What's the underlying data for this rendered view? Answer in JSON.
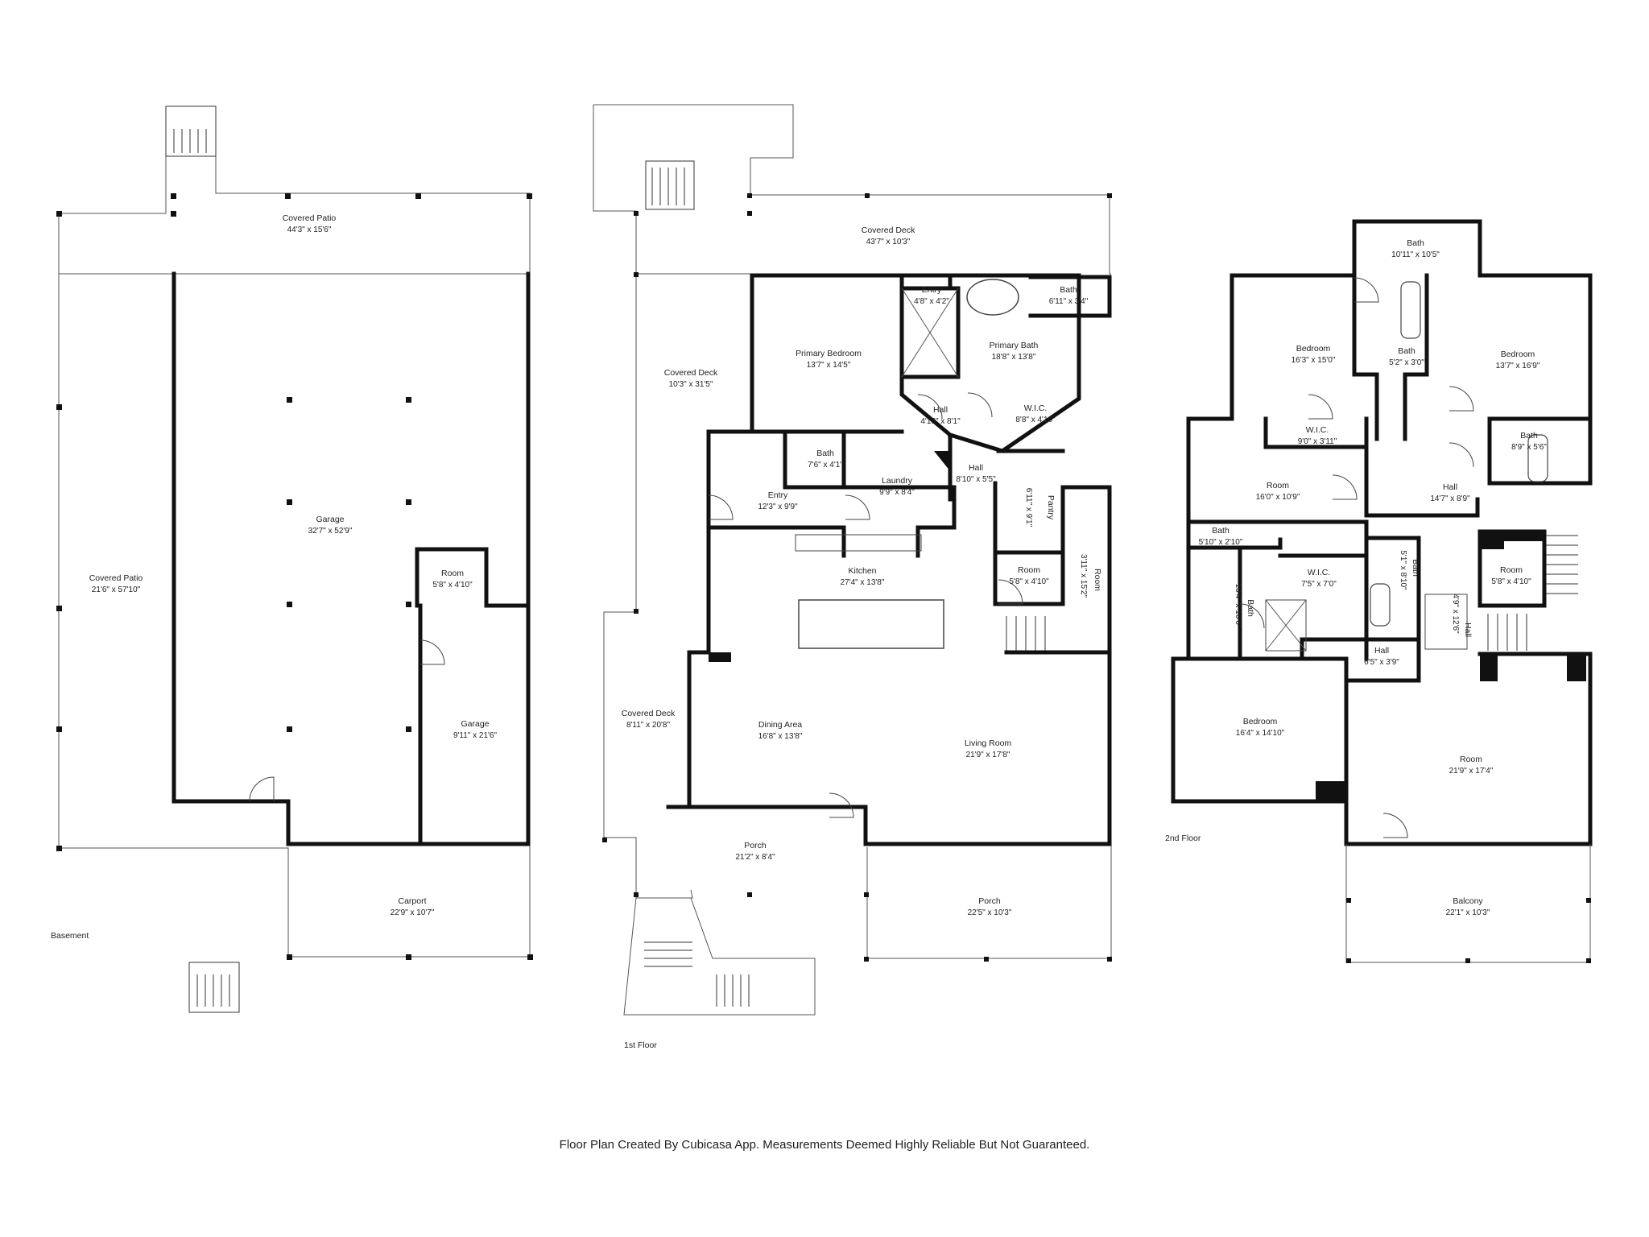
{
  "floors": [
    {
      "label": "Basement",
      "rooms": [
        {
          "name": "Covered Patio",
          "dim": "44'3\" x 15'6\""
        },
        {
          "name": "Covered Patio",
          "dim": "21'6\" x 57'10\""
        },
        {
          "name": "Garage",
          "dim": "32'7\" x 52'9\""
        },
        {
          "name": "Room",
          "dim": "5'8\" x 4'10\""
        },
        {
          "name": "Garage",
          "dim": "9'11\" x 21'6\""
        },
        {
          "name": "Carport",
          "dim": "22'9\" x 10'7\""
        }
      ]
    },
    {
      "label": "1st Floor",
      "rooms": [
        {
          "name": "Covered Deck",
          "dim": "43'7\" x 10'3\""
        },
        {
          "name": "Entry",
          "dim": "4'8\" x 4'2\""
        },
        {
          "name": "Bath",
          "dim": "6'11\" x 3'4\""
        },
        {
          "name": "Primary Bedroom",
          "dim": "13'7\" x 14'5\""
        },
        {
          "name": "Primary Bath",
          "dim": "18'8\" x 13'8\""
        },
        {
          "name": "Covered Deck",
          "dim": "10'3\" x 31'5\""
        },
        {
          "name": "Hall",
          "dim": "4'10\" x 8'1\""
        },
        {
          "name": "W.I.C.",
          "dim": "8'8\" x 4'10\""
        },
        {
          "name": "Bath",
          "dim": "7'6\" x 4'1\""
        },
        {
          "name": "Laundry",
          "dim": "9'9\" x 8'4\""
        },
        {
          "name": "Hall",
          "dim": "8'10\" x 5'5\""
        },
        {
          "name": "Entry",
          "dim": "12'3\" x 9'9\""
        },
        {
          "name": "Pantry",
          "dim": "6'11\" x 9'1\""
        },
        {
          "name": "Kitchen",
          "dim": "27'4\" x 13'8\""
        },
        {
          "name": "Room",
          "dim": "5'8\" x 4'10\""
        },
        {
          "name": "Room",
          "dim": "3'11\" x 15'2\""
        },
        {
          "name": "Covered Deck",
          "dim": "8'11\" x 20'8\""
        },
        {
          "name": "Dining Area",
          "dim": "16'8\" x 13'8\""
        },
        {
          "name": "Living Room",
          "dim": "21'9\" x 17'8\""
        },
        {
          "name": "Porch",
          "dim": "21'2\" x 8'4\""
        },
        {
          "name": "Porch",
          "dim": "22'5\" x 10'3\""
        }
      ]
    },
    {
      "label": "2nd Floor",
      "rooms": [
        {
          "name": "Bath",
          "dim": "10'11\" x 10'5\""
        },
        {
          "name": "Bedroom",
          "dim": "16'3\" x 15'0\""
        },
        {
          "name": "Bedroom",
          "dim": "13'7\" x 16'9\""
        },
        {
          "name": "Bath",
          "dim": "5'2\" x 3'0\""
        },
        {
          "name": "W.I.C.",
          "dim": "9'0\" x 3'11\""
        },
        {
          "name": "Bath",
          "dim": "8'9\" x 5'6\""
        },
        {
          "name": "Room",
          "dim": "16'0\" x 10'9\""
        },
        {
          "name": "Hall",
          "dim": "14'7\" x 8'9\""
        },
        {
          "name": "Bath",
          "dim": "5'10\" x 2'10\""
        },
        {
          "name": "Bath",
          "dim": "5'1\" x 8'10\""
        },
        {
          "name": "Room",
          "dim": "5'8\" x 4'10\""
        },
        {
          "name": "W.I.C.",
          "dim": "7'5\" x 7'0\""
        },
        {
          "name": "Bath",
          "dim": "10'4\" x 10'6\""
        },
        {
          "name": "Hall",
          "dim": "4'9\" x 12'6\""
        },
        {
          "name": "Hall",
          "dim": "6'5\" x 3'9\""
        },
        {
          "name": "Bedroom",
          "dim": "16'4\" x 14'10\""
        },
        {
          "name": "Room",
          "dim": "21'9\" x 17'4\""
        },
        {
          "name": "Balcony",
          "dim": "22'1\" x 10'3\""
        }
      ]
    }
  ],
  "footer": "Floor Plan Created By Cubicasa App. Measurements Deemed Highly Reliable But Not Guaranteed."
}
